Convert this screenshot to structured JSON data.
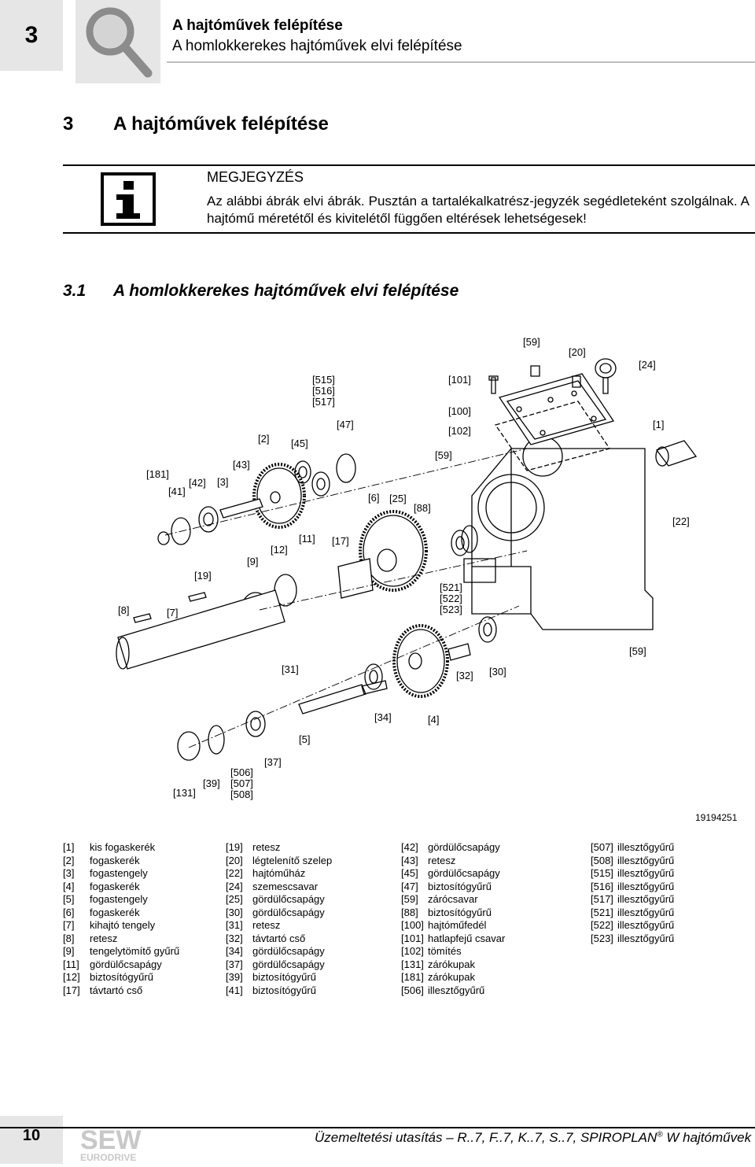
{
  "header": {
    "chapter_number": "3",
    "line1": "A hajtóművek felépítése",
    "line2": "A homlokkerekes hajtóművek elvi felépítése",
    "icon": "magnifier-icon"
  },
  "section": {
    "number": "3",
    "title": "A hajtóművek felépítése"
  },
  "note": {
    "icon": "info-icon",
    "heading": "MEGJEGYZÉS",
    "body": "Az alábbi ábrák elvi ábrák. Pusztán a tartalékalkatrész-jegyzék segédleteként szolgálnak. A hajtómű méretétől és kivitelétől függően eltérések lehetségesek!"
  },
  "subsection": {
    "number": "3.1",
    "title": "A homlokkerekes hajtóművek elvi felépítése"
  },
  "figure": {
    "id": "19194251",
    "callouts": [
      "[59]",
      "[20]",
      "[24]",
      "[101]",
      "[515]\n[516]\n[517]",
      "[100]",
      "[47]",
      "[102]",
      "[1]",
      "[2]",
      "[45]",
      "[59]",
      "[43]",
      "[181]",
      "[42]",
      "[3]",
      "[41]",
      "[6]",
      "[25]",
      "[88]",
      "[22]",
      "[11]",
      "[17]",
      "[12]",
      "[9]",
      "[19]",
      "[521]\n[522]\n[523]",
      "[8]",
      "[7]",
      "[59]",
      "[31]",
      "[32]",
      "[30]",
      "[34]",
      "[4]",
      "[5]",
      "[37]",
      "[506]\n[507]\n[508]",
      "[39]",
      "[131]"
    ]
  },
  "legend": [
    [
      [
        "[1]",
        "kis fogaskerék"
      ],
      [
        "[2]",
        "fogaskerék"
      ],
      [
        "[3]",
        "fogastengely"
      ],
      [
        "[4]",
        "fogaskerék"
      ],
      [
        "[5]",
        "fogastengely"
      ],
      [
        "[6]",
        "fogaskerék"
      ],
      [
        "[7]",
        "kihajtó tengely"
      ],
      [
        "[8]",
        "retesz"
      ],
      [
        "[9]",
        "tengelytömítő gyűrű"
      ],
      [
        "[11]",
        "gördülőcsapágy"
      ],
      [
        "[12]",
        "biztosítógyűrű"
      ],
      [
        "[17]",
        "távtartó cső"
      ]
    ],
    [
      [
        "[19]",
        "retesz"
      ],
      [
        "[20]",
        "légtelenítő szelep"
      ],
      [
        "[22]",
        "hajtóműház"
      ],
      [
        "[24]",
        "szemescsavar"
      ],
      [
        "[25]",
        "gördülőcsapágy"
      ],
      [
        "[30]",
        "gördülőcsapágy"
      ],
      [
        "[31]",
        "retesz"
      ],
      [
        "[32]",
        "távtartó cső"
      ],
      [
        "[34]",
        "gördülőcsapágy"
      ],
      [
        "[37]",
        "gördülőcsapágy"
      ],
      [
        "[39]",
        "biztosítógyűrű"
      ],
      [
        "[41]",
        "biztosítógyűrű"
      ]
    ],
    [
      [
        "[42]",
        "gördülőcsapágy"
      ],
      [
        "[43]",
        "retesz"
      ],
      [
        "[45]",
        "gördülőcsapágy"
      ],
      [
        "[47]",
        "biztosítógyűrű"
      ],
      [
        "[59]",
        "zárócsavar"
      ],
      [
        "[88]",
        "biztosítógyűrű"
      ],
      [
        "[100]",
        "hajtóműfedél"
      ],
      [
        "[101]",
        "hatlapfejű csavar"
      ],
      [
        "[102]",
        "tömítés"
      ],
      [
        "[131]",
        "zárókupak"
      ],
      [
        "[181]",
        "zárókupak"
      ],
      [
        "[506]",
        "illesztőgyűrű"
      ]
    ],
    [
      [
        "[507]",
        "illesztőgyűrű"
      ],
      [
        "[508]",
        "illesztőgyűrű"
      ],
      [
        "[515]",
        "illesztőgyűrű"
      ],
      [
        "[516]",
        "illesztőgyűrű"
      ],
      [
        "[517]",
        "illesztőgyűrű"
      ],
      [
        "[521]",
        "illesztőgyűrű"
      ],
      [
        "[522]",
        "illesztőgyűrű"
      ],
      [
        "[523]",
        "illesztőgyűrű"
      ]
    ]
  ],
  "footer": {
    "page_number": "10",
    "logo_top": "SEW",
    "logo_bottom": "EURODRIVE",
    "text": "Üzemeltetési utasítás – R..7, F..7, K..7, S..7, SPIROPLAN",
    "registered": "®",
    "text_end": " W hajtóművek"
  }
}
